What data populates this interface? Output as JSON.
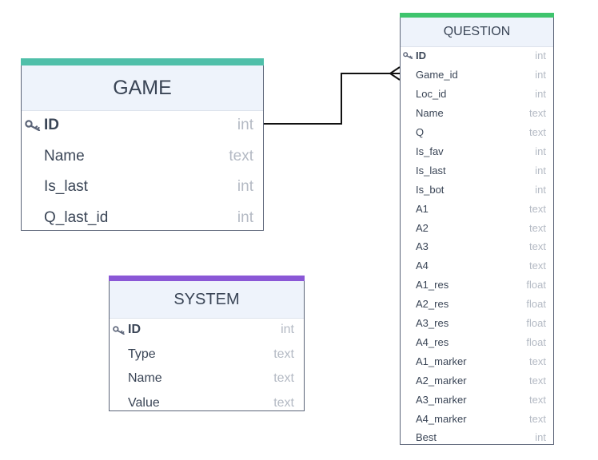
{
  "tables": {
    "game": {
      "title": "GAME",
      "accent": "#4fbfa9",
      "fields": [
        {
          "name": "ID",
          "type": "int",
          "pk": true
        },
        {
          "name": "Name",
          "type": "text"
        },
        {
          "name": "Is_last",
          "type": "int"
        },
        {
          "name": "Q_last_id",
          "type": "int"
        }
      ]
    },
    "system": {
      "title": "SYSTEM",
      "accent": "#8a57d6",
      "fields": [
        {
          "name": "ID",
          "type": "int",
          "pk": true
        },
        {
          "name": "Type",
          "type": "text"
        },
        {
          "name": "Name",
          "type": "text"
        },
        {
          "name": "Value",
          "type": "text"
        }
      ]
    },
    "question": {
      "title": "QUESTION",
      "accent": "#3ec46d",
      "fields": [
        {
          "name": "ID",
          "type": "int",
          "pk": true
        },
        {
          "name": "Game_id",
          "type": "int"
        },
        {
          "name": "Loc_id",
          "type": "int"
        },
        {
          "name": "Name",
          "type": "text"
        },
        {
          "name": "Q",
          "type": "text"
        },
        {
          "name": "Is_fav",
          "type": "int"
        },
        {
          "name": "Is_last",
          "type": "int"
        },
        {
          "name": "Is_bot",
          "type": "int"
        },
        {
          "name": "A1",
          "type": "text"
        },
        {
          "name": "A2",
          "type": "text"
        },
        {
          "name": "A3",
          "type": "text"
        },
        {
          "name": "A4",
          "type": "text"
        },
        {
          "name": "A1_res",
          "type": "float"
        },
        {
          "name": "A2_res",
          "type": "float"
        },
        {
          "name": "A3_res",
          "type": "float"
        },
        {
          "name": "A4_res",
          "type": "float"
        },
        {
          "name": "A1_marker",
          "type": "text"
        },
        {
          "name": "A2_marker",
          "type": "text"
        },
        {
          "name": "A3_marker",
          "type": "text"
        },
        {
          "name": "A4_marker",
          "type": "text"
        },
        {
          "name": "Best",
          "type": "int"
        }
      ]
    }
  },
  "relationships": [
    {
      "from_table": "game",
      "from_field": "ID",
      "to_table": "question",
      "to_field": "ID",
      "cardinality": "one-to-many"
    }
  ],
  "icons": {
    "primary_key": "key-icon"
  }
}
